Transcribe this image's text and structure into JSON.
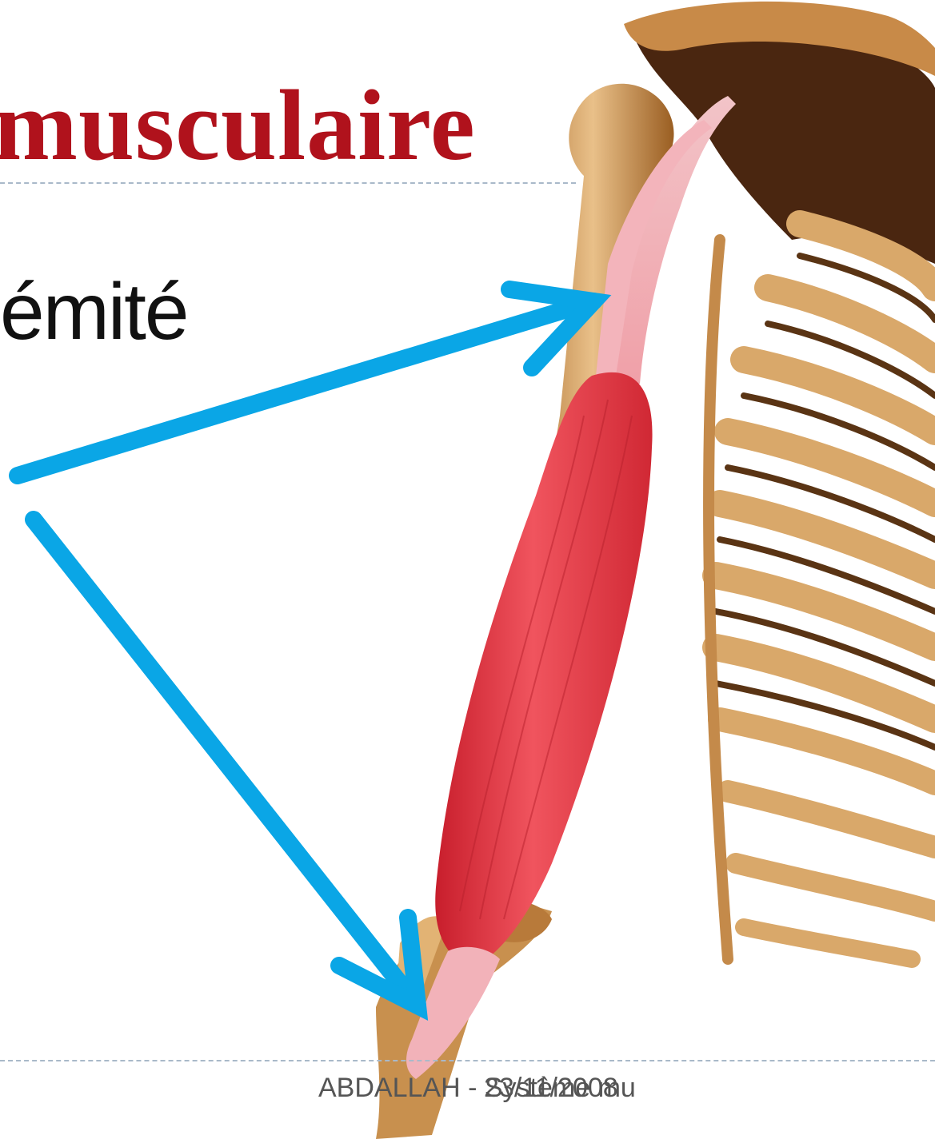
{
  "slide": {
    "title": "musculaire",
    "body_text": "émité",
    "footer_author": "ABDALLAH - Système mu",
    "footer_date": "23/11/2008"
  },
  "illustration": {
    "subject": "biceps-muscle-on-skeleton",
    "muscle_color": "#e8404a",
    "bone_color": "#d9a86a",
    "arrow_color": "#0aa6e6"
  }
}
